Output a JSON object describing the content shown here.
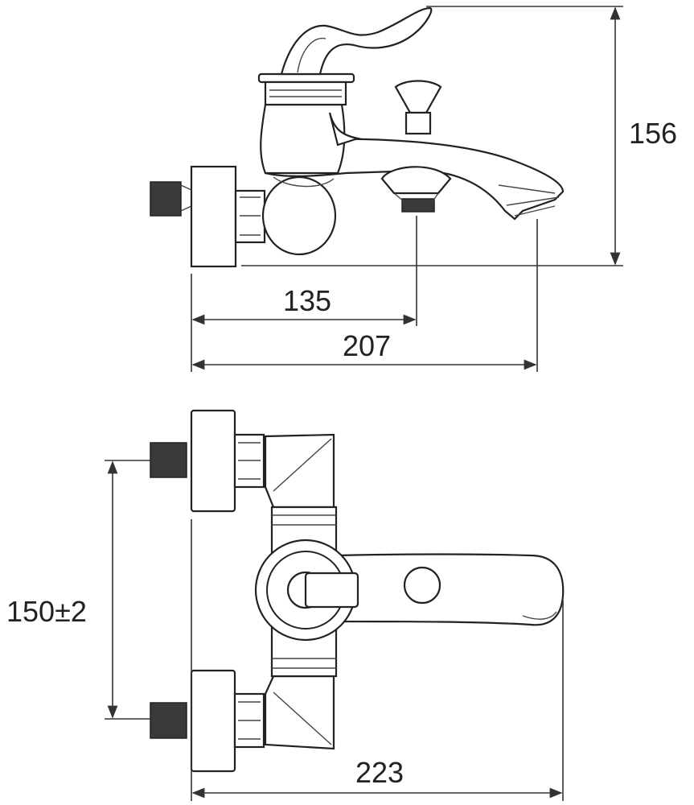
{
  "dimensions": {
    "height": "156",
    "outlet_distance": "135",
    "spout_reach": "207",
    "inlet_spacing": "150±2",
    "lever_length": "223"
  },
  "colors": {
    "line": "#222222",
    "thread": "#3a3a3a",
    "background": "#ffffff"
  }
}
